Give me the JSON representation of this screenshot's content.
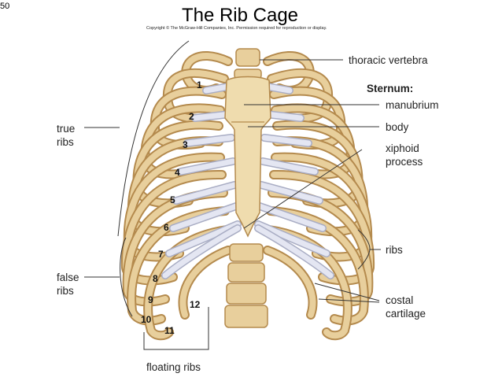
{
  "slide_number": "50",
  "title": "The Rib Cage",
  "copyright": "Copyright © The McGraw-Hill Companies, Inc. Permission required for reproduction or display.",
  "labels": {
    "thoracic_vertebra": "thoracic vertebra",
    "sternum_heading": "Sternum:",
    "manubrium": "manubrium",
    "body": "body",
    "xiphoid_1": "xiphoid",
    "xiphoid_2": "process",
    "ribs": "ribs",
    "costal_1": "costal",
    "costal_2": "cartilage",
    "true_1": "true",
    "true_2": "ribs",
    "false_1": "false",
    "false_2": "ribs",
    "floating": "floating ribs"
  },
  "rib_numbers": [
    "1",
    "2",
    "3",
    "4",
    "5",
    "6",
    "7",
    "8",
    "9",
    "10",
    "11",
    "12"
  ],
  "colors": {
    "bone": "#e8cf9c",
    "bone_outline": "#b48a4d",
    "cartilage": "#e4e6f2"
  }
}
